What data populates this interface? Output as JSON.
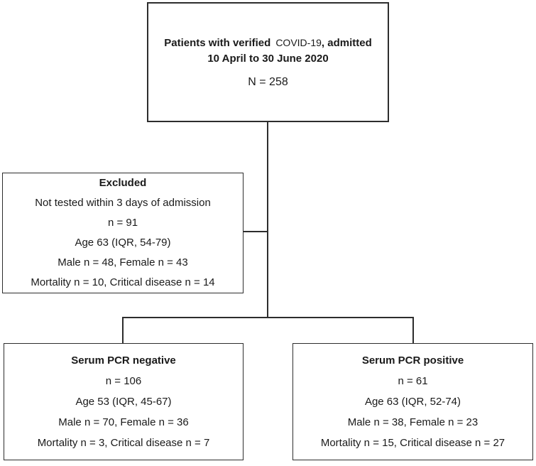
{
  "figure": {
    "colors": {
      "line": "#2d2d2d",
      "text": "#1a1a1a",
      "background": "#ffffff"
    },
    "boxes": {
      "admitted": {
        "title_bold_1": "Patients with verified",
        "title_covid": "COVID-19",
        "title_bold_2": ", admitted",
        "title_line_2": "10 April to 30 June 2020",
        "count": "N = 258"
      },
      "excluded": {
        "title": "Excluded",
        "lines": [
          "Not tested within 3 days of admission",
          "n = 91",
          "Age 63 (IQR, 54-79)",
          "Male n = 48, Female n = 43",
          "Mortality n = 10, Critical disease n = 14"
        ]
      },
      "serum_pcr_negative": {
        "title": "Serum PCR negative",
        "lines": [
          "n = 106",
          "Age 53 (IQR, 45-67)",
          "Male n = 70, Female n = 36",
          "Mortality n = 3, Critical disease n = 7"
        ]
      },
      "serum_pcr_positive": {
        "title": "Serum PCR positive",
        "lines": [
          "n = 61",
          "Age 63 (IQR, 52-74)",
          "Male n = 38, Female n = 23",
          "Mortality n = 15, Critical disease n = 27"
        ]
      }
    }
  }
}
